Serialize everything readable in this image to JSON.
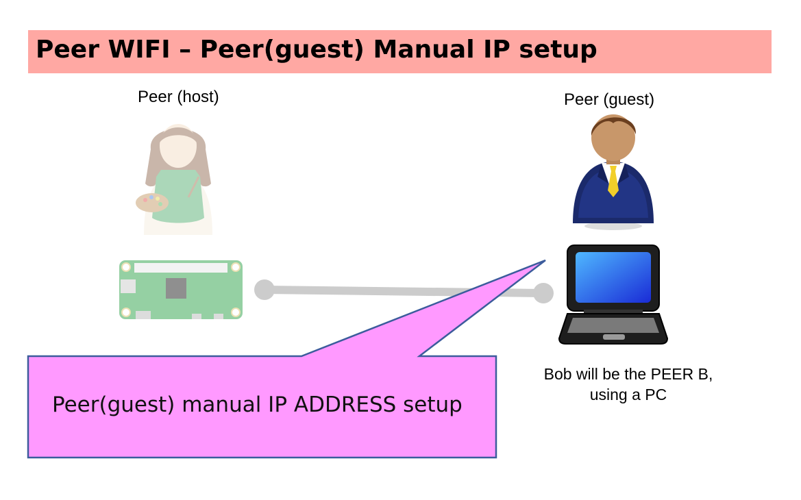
{
  "title": "Peer WIFI – Peer(guest) Manual IP setup",
  "host": {
    "label": "Peer (host)"
  },
  "guest": {
    "label": "Peer (guest)",
    "caption_line1": "Bob will be the PEER B,",
    "caption_line2": "using a PC"
  },
  "callout": {
    "text": "Peer(guest) manual IP ADDRESS setup"
  },
  "colors": {
    "title_bg": "#ffa8a3",
    "callout_fill": "#ff99ff",
    "callout_border": "#3c5c9c",
    "link_line": "#cccccc",
    "board_green": "#8fc98a"
  },
  "icons": [
    "painter-avatar-icon",
    "businessman-avatar-icon",
    "raspberry-pi-board-icon",
    "laptop-icon"
  ]
}
